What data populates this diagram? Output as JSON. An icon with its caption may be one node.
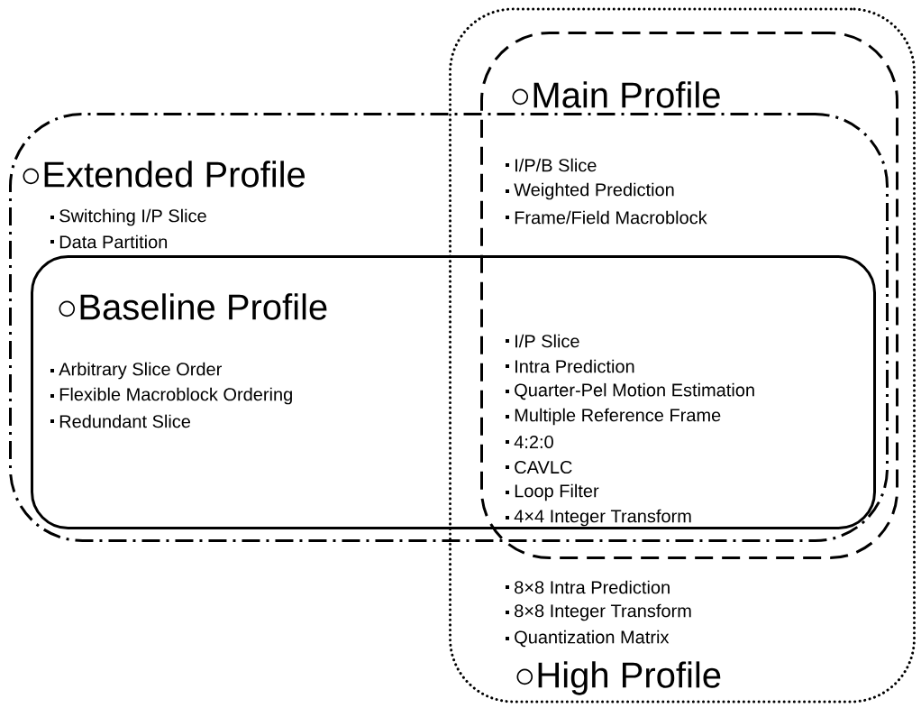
{
  "diagram": {
    "nodes": [
      {
        "text": [
          "8×8 Intra Prediction",
          "8×8 Integer Transform",
          "Quantization Matrix",
          "○High Profile"
        ]
      },
      {
        "text": [
          "○Main Profile",
          "I/P/B Slice",
          "Weighted Prediction",
          "Frame/Field Macroblock"
        ],
        "in": 0
      },
      {
        "text": [
          "○Extended Profile",
          "Switching I/P Slice",
          "Data Partition"
        ]
      },
      {
        "text": [
          "○Baseline Profile",
          "Arbitrary Slice Order",
          "Flexible Macroblock Ordering",
          "Redundant Slice"
        ],
        "in": 2
      }
    ],
    "labels": [
      "I/P Slice",
      "Intra Prediction",
      "Quarter-Pel Motion Estimation",
      "Multiple Reference Frame",
      "4:2:0",
      "CAVLC",
      "Loop Filter",
      "4×4 Integer Transform"
    ]
  }
}
